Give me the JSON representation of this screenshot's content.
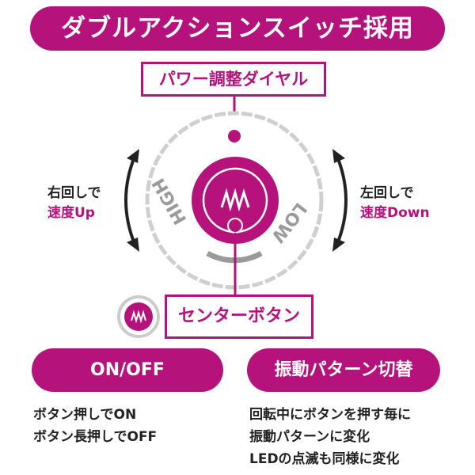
{
  "banner": {
    "title": "ダブルアクションスイッチ採用"
  },
  "dial": {
    "label": "パワー調整ダイヤル",
    "high_label": "HIGH",
    "low_label": "LOW"
  },
  "center_button": {
    "label": "センターボタン"
  },
  "left_note": {
    "line1": "右回しで",
    "line2": "速度Up"
  },
  "right_note": {
    "line1": "左回しで",
    "line2": "速度Down"
  },
  "onoff": {
    "title": "ON/OFF",
    "lines": [
      "ボタン押しでON",
      "ボタン長押しでOFF"
    ]
  },
  "pattern": {
    "title": "振動パターン切替",
    "lines": [
      "回転中にボタンを押す毎に",
      "振動パターンに変化",
      "LEDの点滅も同様に変化"
    ]
  },
  "colors": {
    "accent": "#b5127c",
    "dial_gray": "#c8c8c8",
    "text": "#222222"
  }
}
